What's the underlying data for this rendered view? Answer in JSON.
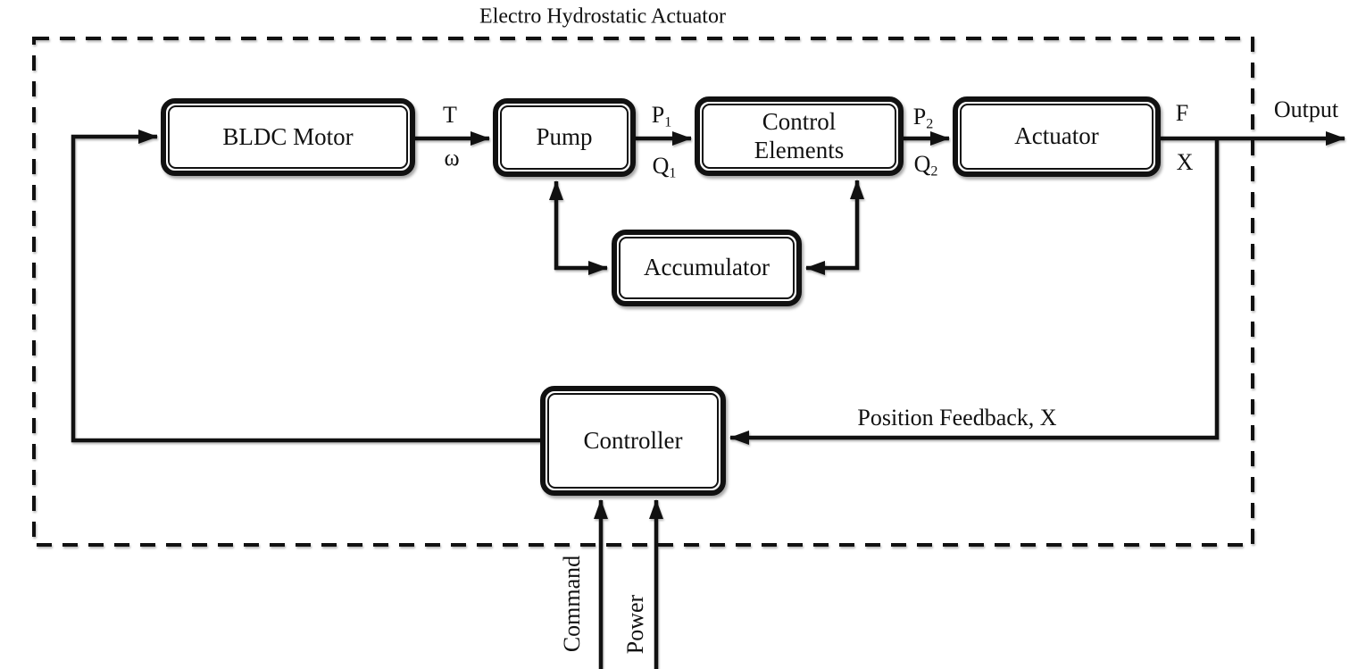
{
  "title": "Electro Hydrostatic Actuator",
  "blocks": {
    "bldc_motor": {
      "label": "BLDC Motor"
    },
    "pump": {
      "label": "Pump"
    },
    "control_elements": {
      "label": "Control Elements"
    },
    "actuator": {
      "label": "Actuator"
    },
    "accumulator": {
      "label": "Accumulator"
    },
    "controller": {
      "label": "Controller"
    }
  },
  "signals": {
    "torque": "T",
    "omega": "ω",
    "p1": {
      "base": "P",
      "sub": "1"
    },
    "q1": {
      "base": "Q",
      "sub": "1"
    },
    "p2": {
      "base": "P",
      "sub": "2"
    },
    "q2": {
      "base": "Q",
      "sub": "2"
    },
    "force": "F",
    "position": "X",
    "output": "Output",
    "position_feedback": "Position Feedback, X",
    "command": "Command",
    "power": "Power"
  },
  "colors": {
    "line": "#111111",
    "background": "#ffffff",
    "text": "#111111"
  }
}
